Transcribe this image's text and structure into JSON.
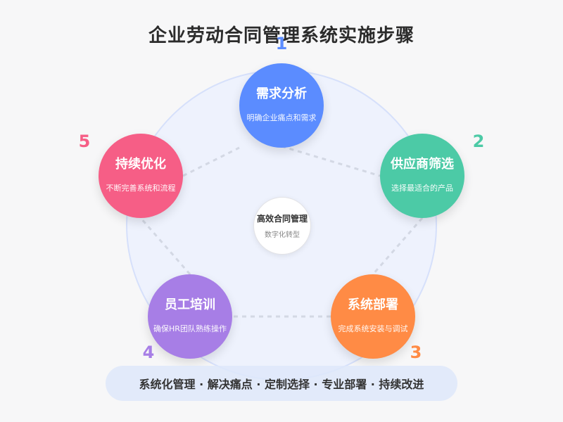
{
  "title": "企业劳动合同管理系统实施步骤",
  "center": {
    "title": "高效合同管理",
    "subtitle": "数字化转型"
  },
  "steps": [
    {
      "number": "1",
      "title": "需求分析",
      "desc": "明确企业痛点和需求",
      "color": "#5b8cff"
    },
    {
      "number": "2",
      "title": "供应商筛选",
      "desc": "选择最适合的产品",
      "color": "#4ccaa6"
    },
    {
      "number": "3",
      "title": "系统部署",
      "desc": "完成系统安装与调试",
      "color": "#ff8b45"
    },
    {
      "number": "4",
      "title": "员工培训",
      "desc": "确保HR团队熟练操作",
      "color": "#a77ee6"
    },
    {
      "number": "5",
      "title": "持续优化",
      "desc": "不断完善系统和流程",
      "color": "#f65e86"
    }
  ],
  "footer": "系统化管理 · 解决痛点 · 定制选择 · 专业部署 · 持续改进",
  "colors": {
    "ring_fill": "#eef2fd",
    "ring_stroke": "#d6e0fb",
    "connector": "#d3d8e4"
  }
}
